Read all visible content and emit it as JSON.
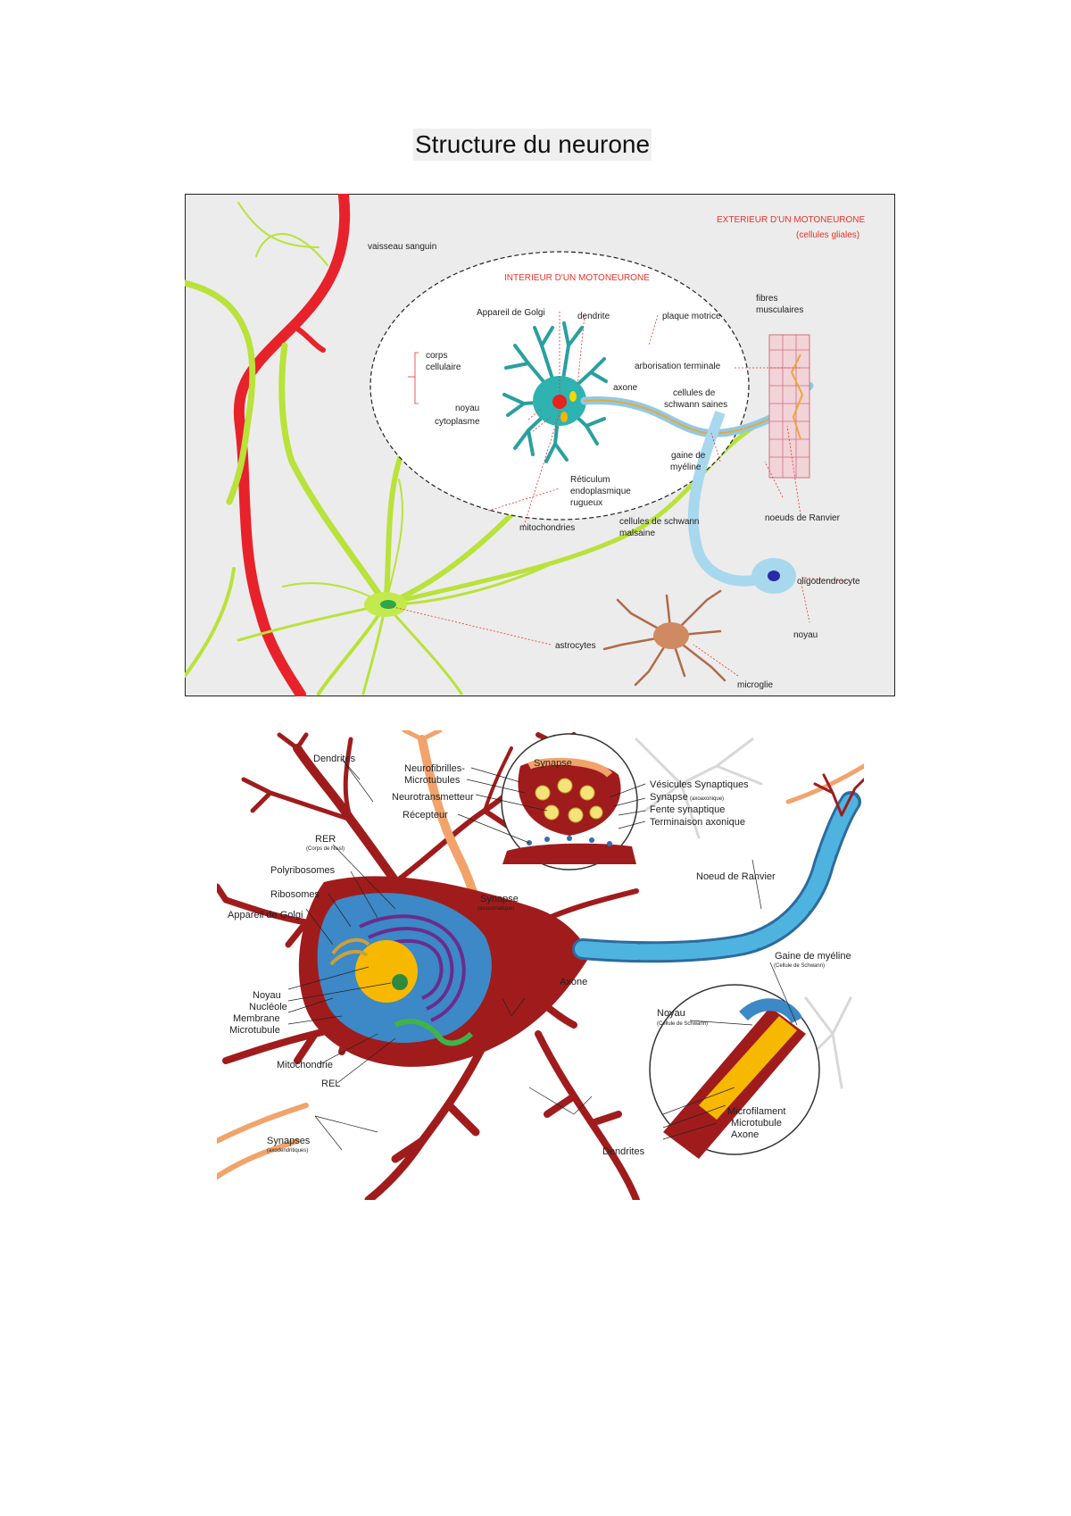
{
  "page": {
    "title": "Structure du neurone"
  },
  "figure1": {
    "headings": {
      "exterieur": "EXTERIEUR D'UN MOTONEURONE",
      "exterieur_sub": "(cellules gliales)",
      "interieur": "INTERIEUR D'UN MOTONEURONE"
    },
    "labels": {
      "vaisseau": "vaisseau sanguin",
      "golgi": "Appareil de Golgi",
      "dendrite": "dendrite",
      "plaque": "plaque motrice",
      "fibres1": "fibres",
      "fibres2": "musculaires",
      "corps1": "corps",
      "corps2": "cellulaire",
      "arborisation": "arborisation terminale",
      "axone": "axone",
      "schwann_saines1": "cellules de",
      "schwann_saines2": "schwann saines",
      "noyau": "noyau",
      "cytoplasme": "cytoplasme",
      "gaine1": "gaine de",
      "gaine2": "myéline",
      "reticulum1": "Réticulum",
      "reticulum2": "endoplasmique",
      "reticulum3": "rugueux",
      "ranvier": "noeuds de Ranvier",
      "mitochondries": "mitochondries",
      "schwann_malsaine1": "cellules de schwann",
      "schwann_malsaine2": "malsaine",
      "oligo": "oligodendrocyte",
      "noyau2": "noyau",
      "astrocytes": "astrocytes",
      "microglie": "microglie"
    }
  },
  "figure2": {
    "labels": {
      "dendrites_top": "Dendrites",
      "neurofibrilles": "Neurofibrilles-",
      "microtubules_top": "Microtubules",
      "synapse_inset": "Synapse",
      "neurotransmetteur": "Neurotransmetteur",
      "recepteur": "Récepteur",
      "vesicules": "Vésicules Synaptiques",
      "synapse_axo": "Synapse",
      "synapse_axo_sub": "(axoaxonique)",
      "fente": "Fente synaptique",
      "terminaison": "Terminaison axonique",
      "rer": "RER",
      "rer_sub": "(Corps de Nissl)",
      "polyribosomes": "Polyribosomes",
      "ribosomes": "Ribosomes",
      "golgi": "Appareil de Golgi",
      "synapse_axosom": "Synapse",
      "synapse_axosom_sub": "(axosomatique)",
      "noeud_ranvier": "Noeud de Ranvier",
      "noyau": "Noyau",
      "nucleole": "Nucléole",
      "membrane": "Membrane",
      "microtubule": "Microtubule",
      "axone_hillock": "Axone",
      "gaine_myeline": "Gaine de myéline",
      "gaine_myeline_sub": "(Cellule de Schwann)",
      "noyau_schwann": "Noyau",
      "noyau_schwann_sub": "(Cellule de Schwann)",
      "mitochondrie": "Mitochondrie",
      "rel": "REL",
      "microfilament": "Microfilament",
      "microtubule2": "Microtubule",
      "axone2": "Axone",
      "synapses": "Synapses",
      "synapses_sub": "(axodendritiques)",
      "dendrites_bottom": "Dendrites"
    }
  }
}
